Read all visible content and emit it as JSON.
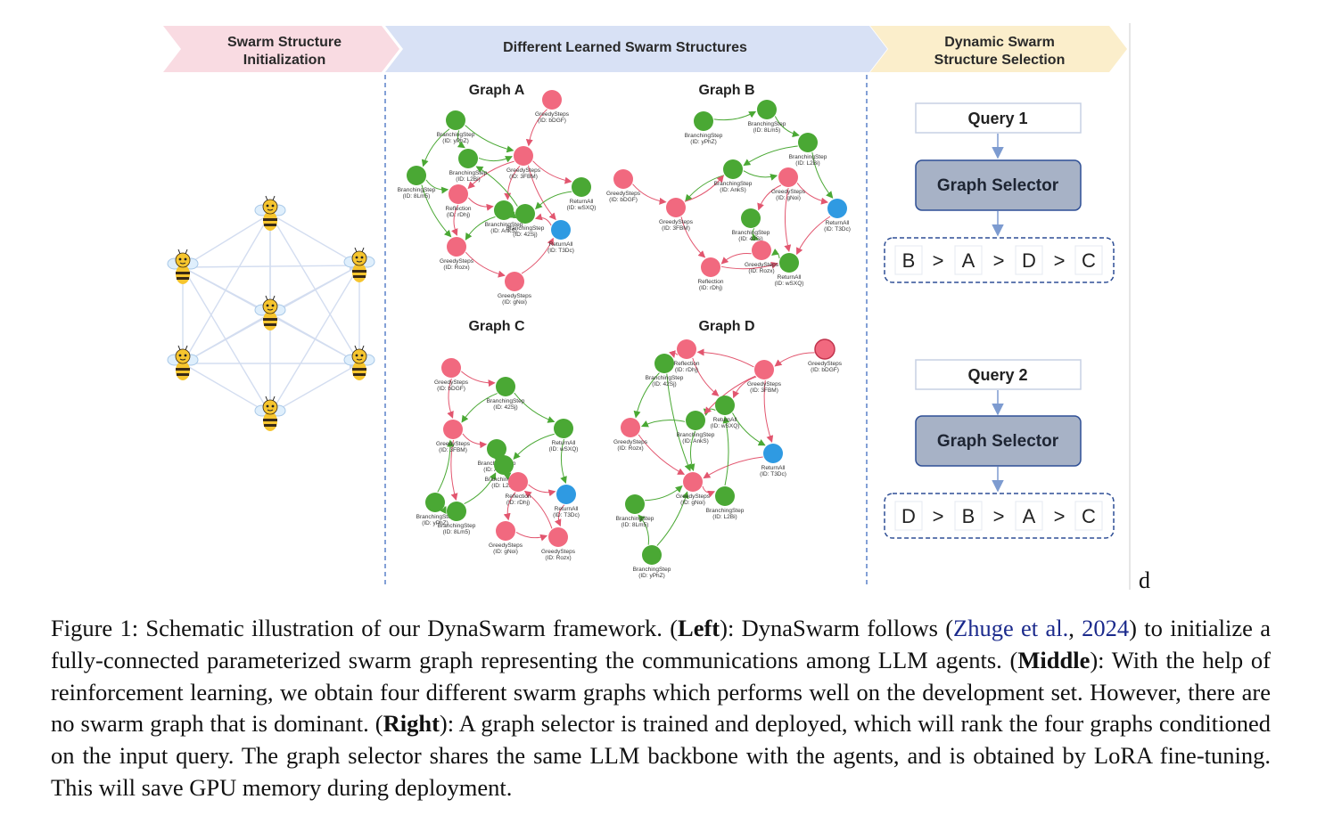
{
  "banners": {
    "left": [
      "Swarm Structure",
      "Initialization"
    ],
    "middle": "Different Learned Swarm Structures",
    "right": [
      "Dynamic Swarm",
      "Structure Selection"
    ]
  },
  "graph_titles": [
    "Graph A",
    "Graph B",
    "Graph C",
    "Graph D"
  ],
  "colors": {
    "pink": "#f1697f",
    "green": "#4aa834",
    "blue": "#2f9ae2",
    "banner_left": "#f9dbe2",
    "banner_mid": "#d8e1f5",
    "banner_right": "#fbeecb",
    "selector": "#a7b2c6"
  },
  "graphs": {
    "A": {
      "nodes": [
        {
          "c": "pink",
          "name": "GreedySteps",
          "id": "(ID: bDGF)"
        },
        {
          "c": "green",
          "name": "BranchingStep",
          "id": "(ID: yPhZ)"
        },
        {
          "c": "green",
          "name": "BranchingStep",
          "id": "(ID: L2Bi)"
        },
        {
          "c": "pink",
          "name": "GreedySteps",
          "id": "(ID: 3FBM)"
        },
        {
          "c": "green",
          "name": "BranchingStep",
          "id": "(ID: 8Lm5)"
        },
        {
          "c": "pink",
          "name": "Reflection",
          "id": "(ID: rDhj)"
        },
        {
          "c": "green",
          "name": "BranchingStep",
          "id": "(ID: AnkS)"
        },
        {
          "c": "green",
          "name": "BranchingStep",
          "id": "(ID: 42Sj)"
        },
        {
          "c": "green",
          "name": "ReturnAll",
          "id": "(ID: wSXQ)"
        },
        {
          "c": "blue",
          "name": "ReturnAll",
          "id": "(ID: T3Dc)"
        },
        {
          "c": "pink",
          "name": "GreedySteps",
          "id": "(ID: Rozx)"
        },
        {
          "c": "pink",
          "name": "GreedySteps",
          "id": "(ID: gNoi)"
        }
      ]
    },
    "B": {
      "nodes": [
        {
          "c": "green",
          "name": "BranchingStep",
          "id": "(ID: yPhZ)"
        },
        {
          "c": "green",
          "name": "BranchingStep",
          "id": "(ID: 8Lm5)"
        },
        {
          "c": "green",
          "name": "BranchingStep",
          "id": "(ID: L2Bi)"
        },
        {
          "c": "pink",
          "name": "GreedySteps",
          "id": "(ID: bDGF)"
        },
        {
          "c": "green",
          "name": "BranchingStep",
          "id": "(ID: AnkS)"
        },
        {
          "c": "pink",
          "name": "GreedySteps",
          "id": "(ID: gNoi)"
        },
        {
          "c": "pink",
          "name": "GreedySteps",
          "id": "(ID: 3FBM)"
        },
        {
          "c": "blue",
          "name": "ReturnAll",
          "id": "(ID: T3Dc)"
        },
        {
          "c": "green",
          "name": "BranchingStep",
          "id": "(ID: 42Sj)"
        },
        {
          "c": "pink",
          "name": "GreedySteps",
          "id": "(ID: Rozx)"
        },
        {
          "c": "pink",
          "name": "Reflection",
          "id": "(ID: rDhj)"
        },
        {
          "c": "green",
          "name": "ReturnAll",
          "id": "(ID: wSXQ)"
        }
      ]
    },
    "C": {
      "nodes": [
        {
          "c": "pink",
          "name": "GreedySteps",
          "id": "(ID: bDGF)"
        },
        {
          "c": "green",
          "name": "BranchingStep",
          "id": "(ID: 42Sj)"
        },
        {
          "c": "pink",
          "name": "GreedySteps",
          "id": "(ID: 3FBM)"
        },
        {
          "c": "green",
          "name": "ReturnAll",
          "id": "(ID: wSXQ)"
        },
        {
          "c": "green",
          "name": "BranchingStep",
          "id": "(ID: AnkS)"
        },
        {
          "c": "green",
          "name": "BranchingStep",
          "id": "(ID: L2Bi)"
        },
        {
          "c": "pink",
          "name": "Reflection",
          "id": "(ID: rDhj)"
        },
        {
          "c": "blue",
          "name": "ReturnAll",
          "id": "(ID: T3Dc)"
        },
        {
          "c": "green",
          "name": "BranchingStep",
          "id": "(ID: yPhZ)"
        },
        {
          "c": "green",
          "name": "BranchingStep",
          "id": "(ID: 8Lm5)"
        },
        {
          "c": "pink",
          "name": "GreedySteps",
          "id": "(ID: gNoi)"
        },
        {
          "c": "pink",
          "name": "GreedySteps",
          "id": "(ID: Rozx)"
        }
      ]
    },
    "D": {
      "nodes": [
        {
          "c": "pink",
          "name": "Reflection",
          "id": "(ID: rDhj)"
        },
        {
          "c": "green",
          "name": "BranchingStep",
          "id": "(ID: 42Sj)"
        },
        {
          "c": "pink",
          "name": "GreedySteps",
          "id": "(ID: 3FBM)"
        },
        {
          "c": "pink",
          "name": "GreedySteps",
          "id": "(ID: bDGF)"
        },
        {
          "c": "green",
          "name": "ReturnAll",
          "id": "(ID: wSXQ)"
        },
        {
          "c": "green",
          "name": "BranchingStep",
          "id": "(ID: AnkS)"
        },
        {
          "c": "pink",
          "name": "GreedySteps",
          "id": "(ID: Rozx)"
        },
        {
          "c": "blue",
          "name": "ReturnAll",
          "id": "(ID: T3Dc)"
        },
        {
          "c": "pink",
          "name": "GreedySteps",
          "id": "(ID: gNoi)"
        },
        {
          "c": "green",
          "name": "BranchingStep",
          "id": "(ID: L2Bi)"
        },
        {
          "c": "green",
          "name": "BranchingStep",
          "id": "(ID: 8Lm5)"
        },
        {
          "c": "green",
          "name": "BranchingStep",
          "id": "(ID: yPhZ)"
        }
      ]
    }
  },
  "queries": [
    {
      "label": "Query 1",
      "selector": "Graph Selector",
      "ranking": [
        "B",
        ">",
        "A",
        ">",
        "D",
        ">",
        "C"
      ]
    },
    {
      "label": "Query 2",
      "selector": "Graph Selector",
      "ranking": [
        "D",
        ">",
        "B",
        ">",
        "A",
        ">",
        "C"
      ]
    }
  ],
  "stray_letter": "d",
  "caption": {
    "p1": "Figure 1: Schematic illustration of our DynaSwarm framework. (",
    "b1": "Left",
    "p2": "): DynaSwarm follows (",
    "cite_author": "Zhuge et al.",
    "p3": ", ",
    "cite_year": "2024",
    "p4": ") to initialize a fully-connected parameterized swarm graph representing the communications among LLM agents. (",
    "b2": "Middle",
    "p5": "): With the help of reinforcement learning, we obtain four different swarm graphs which performs well on the development set. However, there are no swarm graph that is dominant. (",
    "b3": "Right",
    "p6": "): A graph selector is trained and deployed, which will rank the four graphs conditioned on the input query. The graph selector shares the same LLM backbone with the agents, and is obtained by LoRA fine-tuning. This will save GPU memory during deployment."
  }
}
